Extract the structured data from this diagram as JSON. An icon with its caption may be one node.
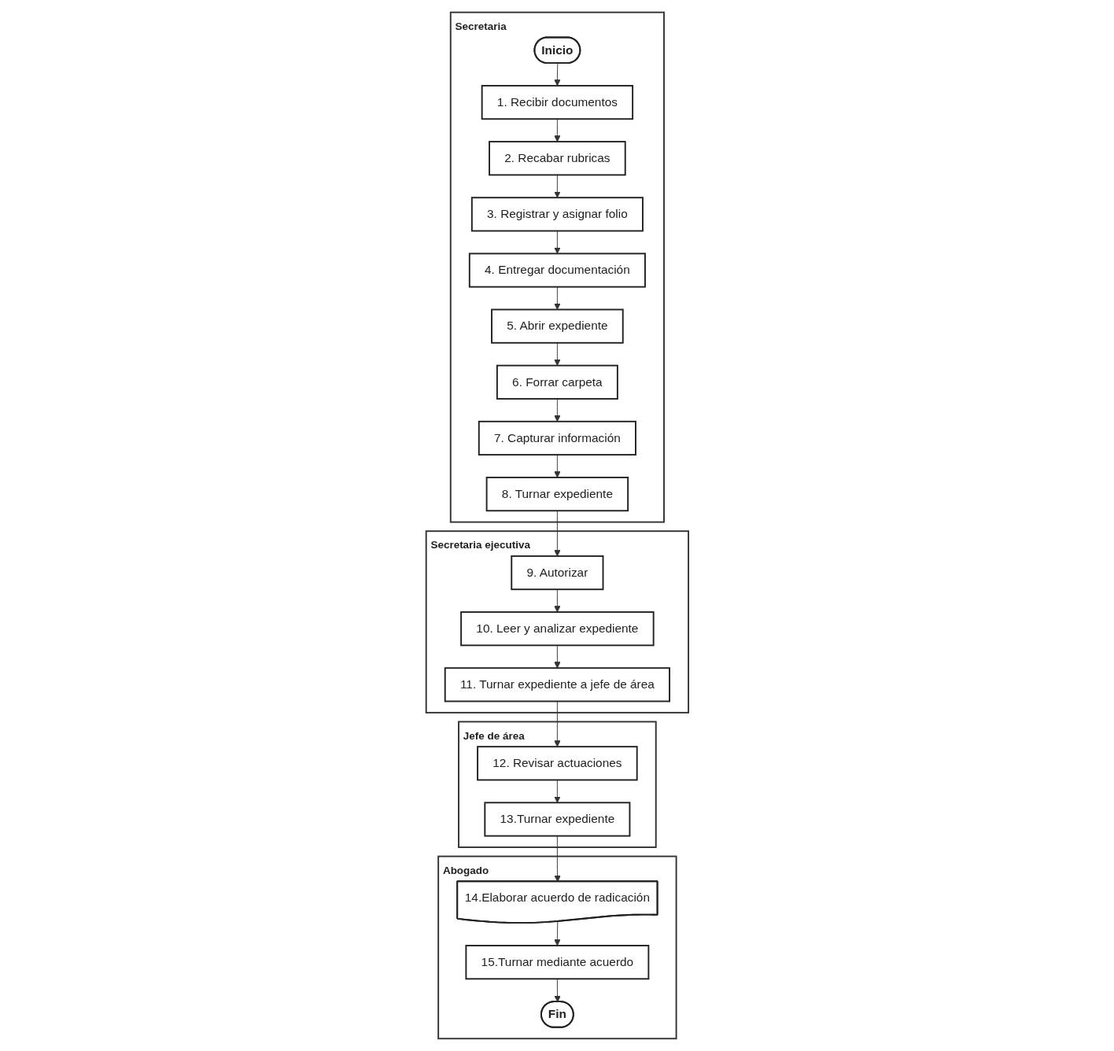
{
  "diagram": {
    "nodes": [
      {
        "text": [
          "Secretaria"
        ]
      },
      {
        "text": [
          "Inicio"
        ],
        "in": 0
      },
      {
        "text": [
          "1. Recibir documentos"
        ],
        "in": 0
      },
      {
        "text": [
          "2. Recabar rubricas"
        ],
        "in": 0
      },
      {
        "text": [
          "3. Registrar y asignar folio"
        ],
        "in": 0
      },
      {
        "text": [
          "4. Entregar documentación"
        ],
        "in": 0
      },
      {
        "text": [
          "5. Abrir expediente"
        ],
        "in": 0
      },
      {
        "text": [
          "6. Forrar carpeta"
        ],
        "in": 0
      },
      {
        "text": [
          "7. Capturar información"
        ],
        "in": 0
      },
      {
        "text": [
          "8. Turnar expediente"
        ],
        "in": 0
      },
      {
        "text": [
          "Secretaria ejecutiva"
        ]
      },
      {
        "text": [
          "9. Autorizar"
        ],
        "in": 10
      },
      {
        "text": [
          "10. Leer y analizar expediente"
        ],
        "in": 10
      },
      {
        "text": [
          "11. Turnar expediente a jefe de área"
        ],
        "in": 10
      },
      {
        "text": [
          "Jefe de área"
        ]
      },
      {
        "text": [
          "12. Revisar actuaciones"
        ],
        "in": 14
      },
      {
        "text": [
          "13.Turnar expediente"
        ],
        "in": 14
      },
      {
        "text": [
          "Abogado"
        ]
      },
      {
        "text": [
          "14.Elaborar acuerdo de radicación"
        ],
        "in": 17
      },
      {
        "text": [
          "15.Turnar mediante acuerdo"
        ],
        "in": 17
      },
      {
        "text": [
          "Fin"
        ],
        "in": 17
      }
    ],
    "edges": [
      {
        "from": 1,
        "to": 2,
        "arrow": "to"
      },
      {
        "from": 2,
        "to": 3,
        "arrow": "to"
      },
      {
        "from": 3,
        "to": 4,
        "arrow": "to"
      },
      {
        "from": 4,
        "to": 5,
        "arrow": "to"
      },
      {
        "from": 5,
        "to": 6,
        "arrow": "to"
      },
      {
        "from": 6,
        "to": 7,
        "arrow": "to"
      },
      {
        "from": 7,
        "to": 8,
        "arrow": "to"
      },
      {
        "from": 8,
        "to": 9,
        "arrow": "to"
      },
      {
        "from": 9,
        "to": 11,
        "arrow": "to"
      },
      {
        "from": 11,
        "to": 12,
        "arrow": "to"
      },
      {
        "from": 12,
        "to": 13,
        "arrow": "to"
      },
      {
        "from": 13,
        "to": 15,
        "arrow": "to"
      },
      {
        "from": 15,
        "to": 16,
        "arrow": "to"
      },
      {
        "from": 16,
        "to": 18,
        "arrow": "to"
      },
      {
        "from": 18,
        "to": 19,
        "arrow": "to"
      },
      {
        "from": 19,
        "to": 20,
        "arrow": "to"
      }
    ]
  }
}
